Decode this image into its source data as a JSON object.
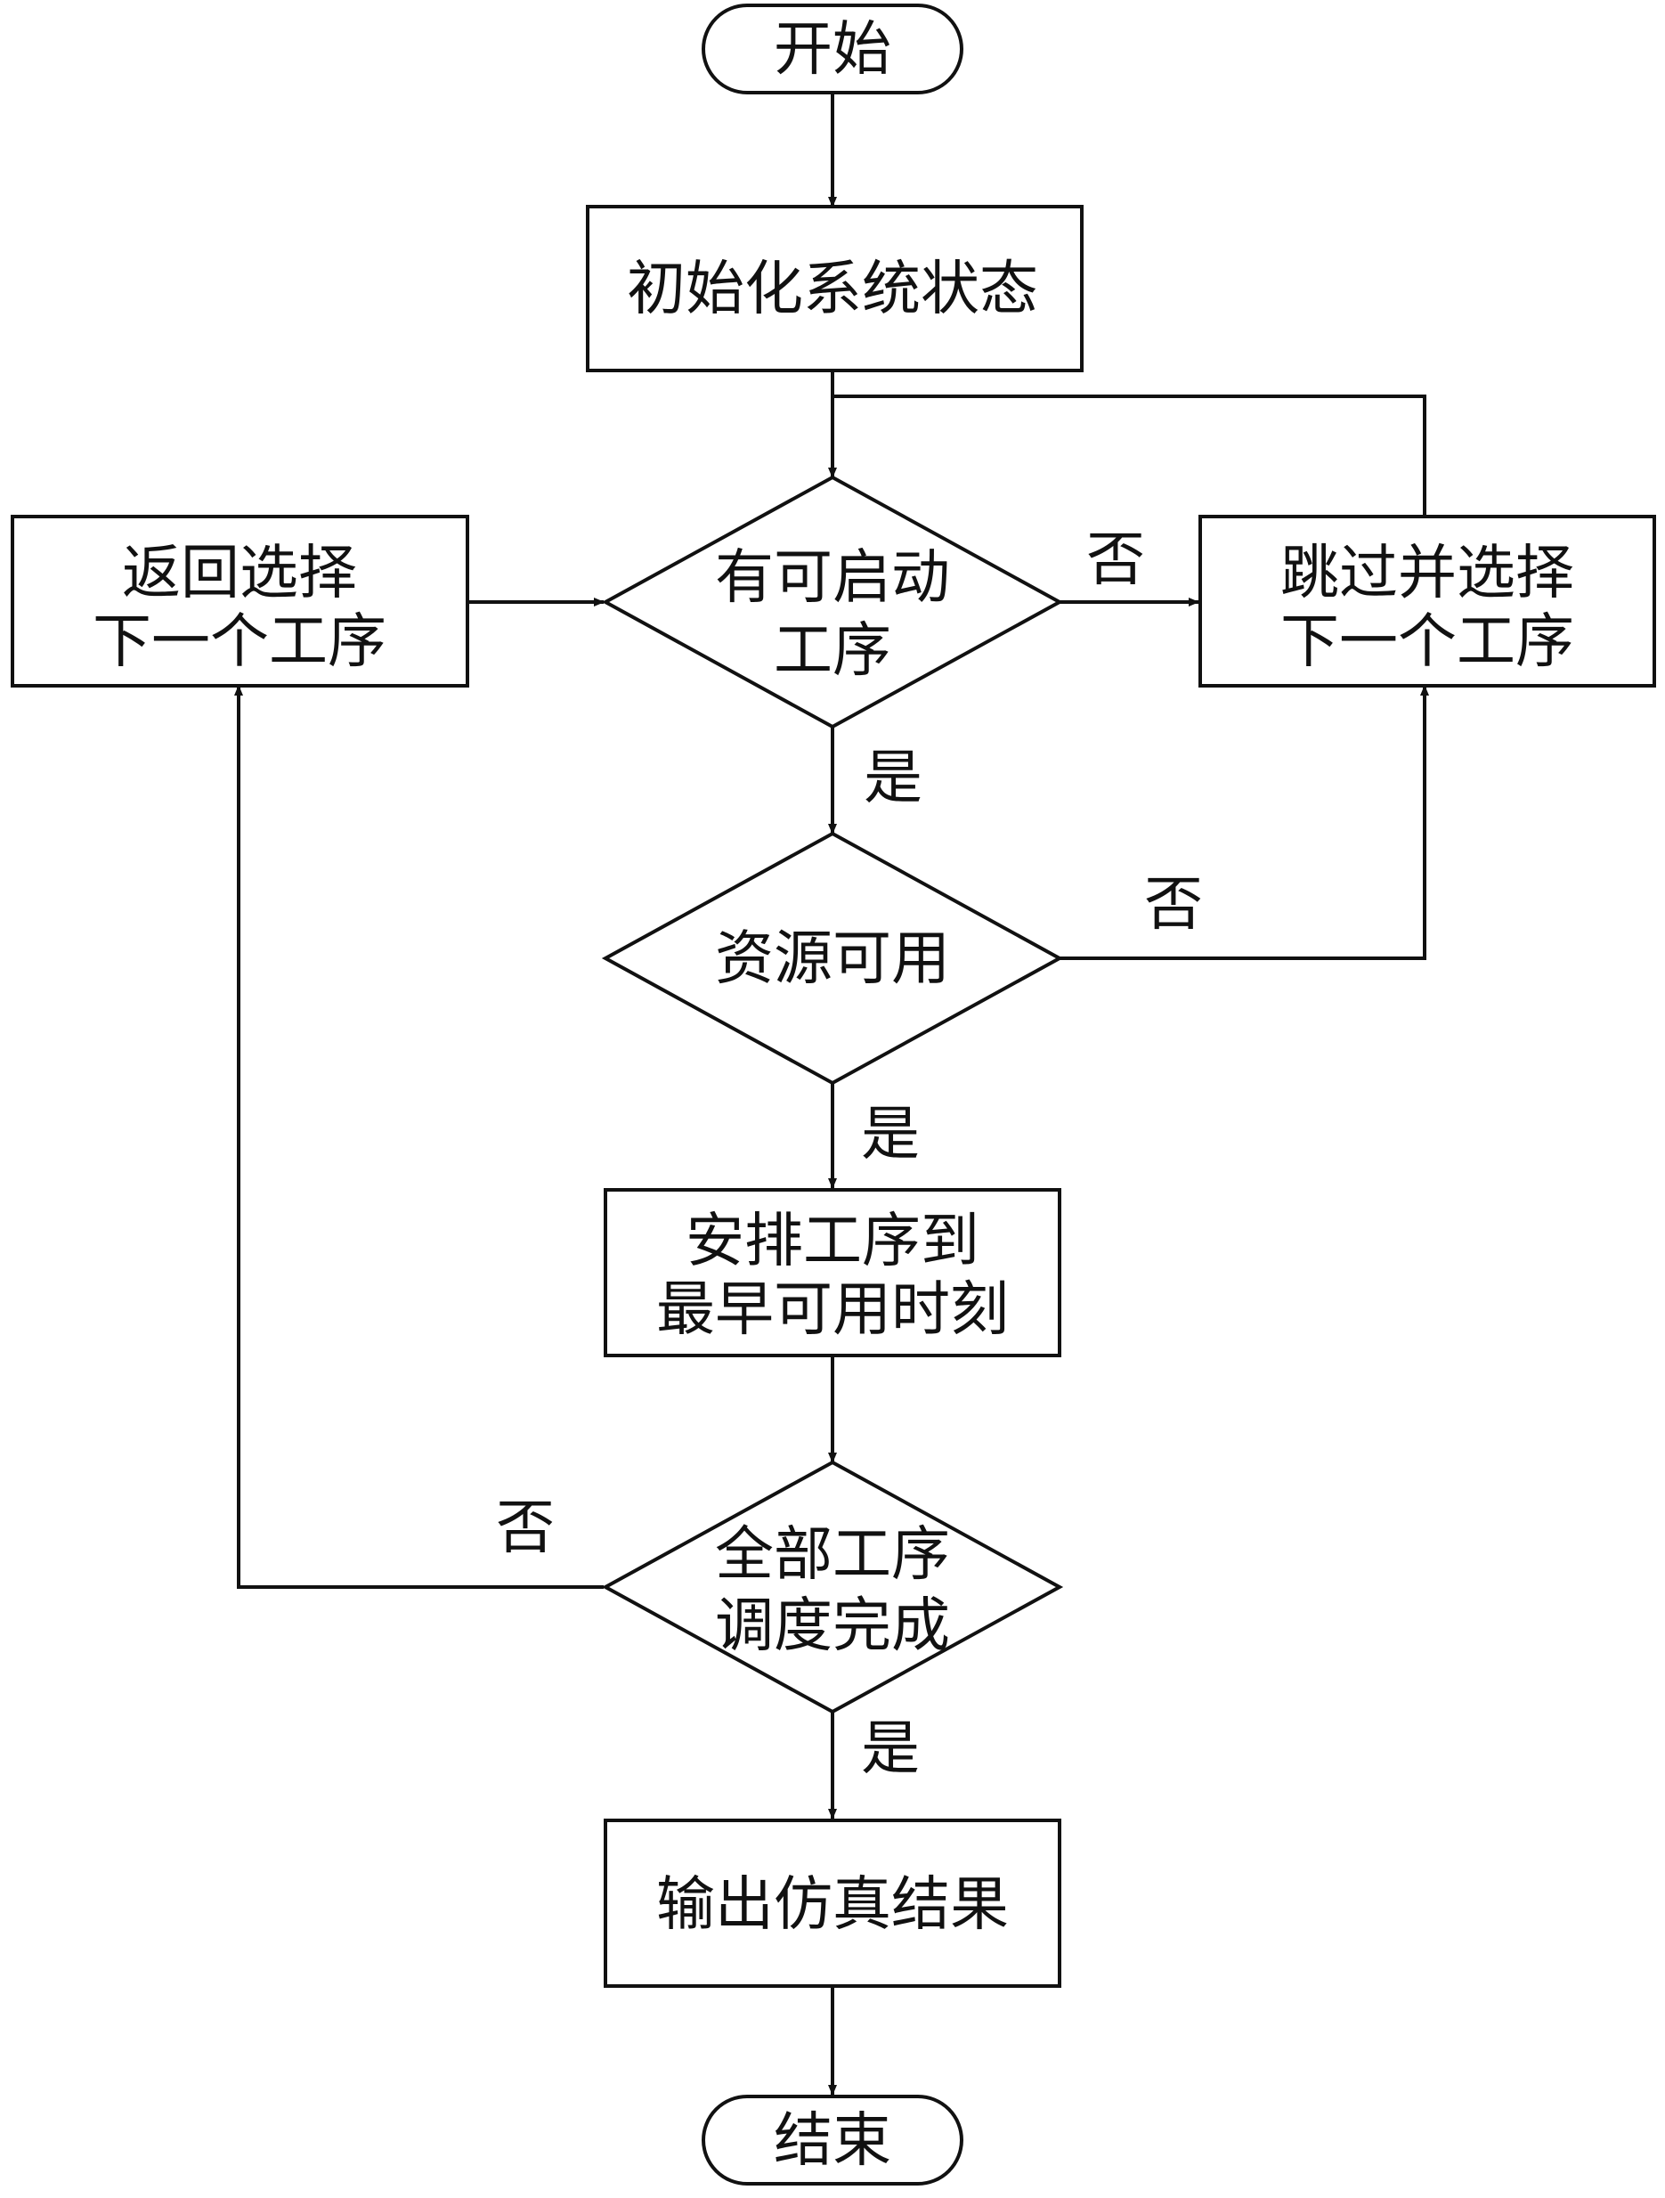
{
  "nodes": {
    "start": {
      "text": "开始"
    },
    "init": {
      "text": "初始化系统状态"
    },
    "can_start": {
      "lines": [
        "有可启动",
        "工序"
      ]
    },
    "return_select": {
      "lines": [
        "返回选择",
        "下一个工序"
      ]
    },
    "skip_select": {
      "lines": [
        "跳过并选择",
        "下一个工序"
      ]
    },
    "resource": {
      "text": "资源可用"
    },
    "schedule": {
      "lines": [
        "安排工序到",
        "最早可用时刻"
      ]
    },
    "all_done": {
      "lines": [
        "全部工序",
        "调度完成"
      ]
    },
    "output": {
      "text": "输出仿真结果"
    },
    "end": {
      "text": "结束"
    }
  },
  "edge_labels": {
    "can_start_no": "否",
    "can_start_yes": "是",
    "resource_no": "否",
    "resource_yes": "是",
    "all_done_no": "否",
    "all_done_yes": "是"
  }
}
